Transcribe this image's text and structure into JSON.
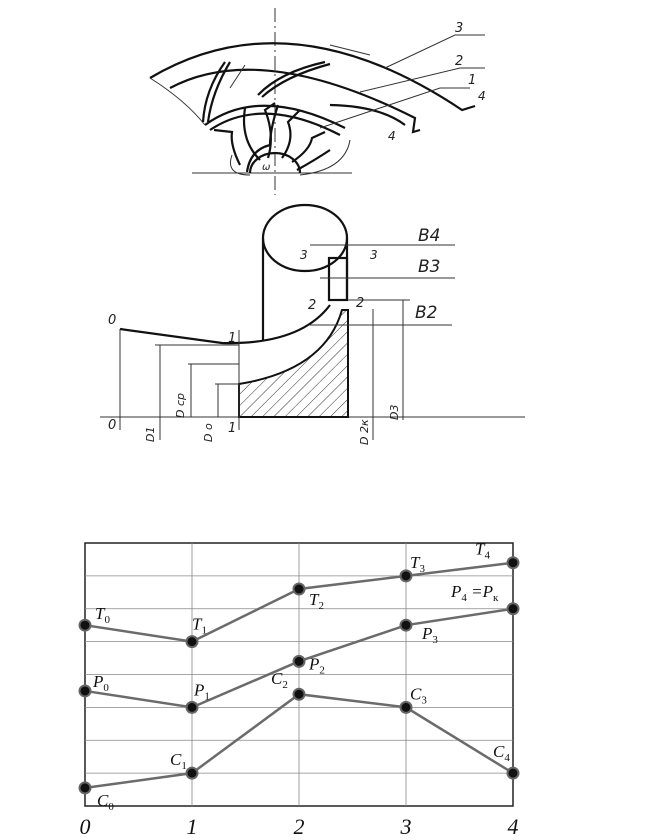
{
  "impeller_view": {
    "labels": {
      "zone3": "3",
      "zone2": "2",
      "zone1": "1",
      "section_a": "4",
      "section_b": "4",
      "omega": "ω"
    }
  },
  "section_view": {
    "labels": {
      "b4": "B4",
      "b3": "B3",
      "b2": "B2",
      "sec0_top": "0",
      "sec0_bottom": "0",
      "sec1_top": "1",
      "sec1_bottom": "1",
      "sec2_left": "2",
      "sec2_right": "2",
      "sec3_left": "3",
      "sec3_right": "3",
      "d1": "D1",
      "dcp": "D ср",
      "d0": "D о",
      "d2k": "D 2к",
      "d3": "D3"
    }
  },
  "chart_data": {
    "type": "line",
    "title": "",
    "xlabel": "",
    "ylabel": "",
    "categories": [
      "0",
      "1",
      "2",
      "3",
      "4"
    ],
    "x": [
      0,
      1,
      2,
      3,
      4
    ],
    "ylim": [
      0,
      8
    ],
    "grid": true,
    "series": [
      {
        "name": "T",
        "values": [
          5.5,
          5.0,
          6.6,
          7.0,
          7.4
        ],
        "labels": [
          {
            "base": "T",
            "sub": "0"
          },
          {
            "base": "T",
            "sub": "1"
          },
          {
            "base": "T",
            "sub": "2"
          },
          {
            "base": "T",
            "sub": "3"
          },
          {
            "base": "T",
            "sub": "4"
          }
        ]
      },
      {
        "name": "P",
        "values": [
          3.5,
          3.0,
          4.4,
          5.5,
          6.0
        ],
        "labels": [
          {
            "base": "P",
            "sub": "0"
          },
          {
            "base": "P",
            "sub": "1"
          },
          {
            "base": "P",
            "sub": "2"
          },
          {
            "base": "P",
            "sub": "3"
          },
          {
            "base": "P",
            "sub": "4",
            "extra": " =P",
            "extra_sub": "к"
          }
        ]
      },
      {
        "name": "C",
        "values": [
          0.55,
          1.0,
          3.4,
          3.0,
          1.0
        ],
        "labels": [
          {
            "base": "C",
            "sub": "0"
          },
          {
            "base": "C",
            "sub": "1"
          },
          {
            "base": "C",
            "sub": "2"
          },
          {
            "base": "C",
            "sub": "3"
          },
          {
            "base": "C",
            "sub": "4"
          }
        ]
      }
    ],
    "colors": {
      "line": "#6b6b6b",
      "marker": "#111111",
      "grid": "#888888"
    }
  }
}
